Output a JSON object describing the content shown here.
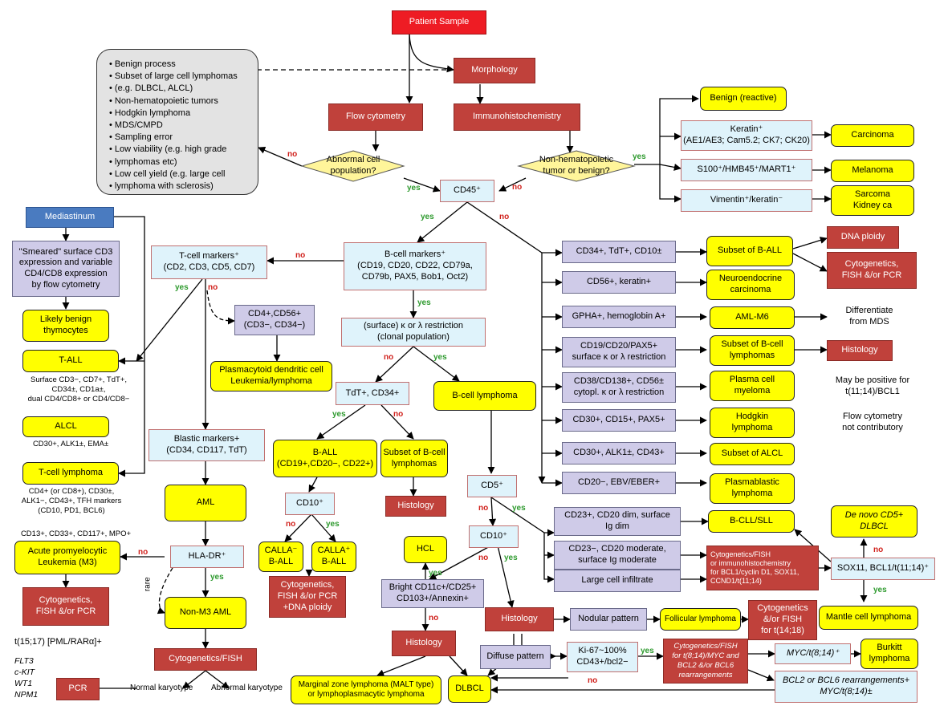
{
  "nodes": {
    "patient_sample": "Patient Sample",
    "morphology": "Morphology",
    "flow_cytometry": "Flow cytometry",
    "immunohistochemistry": "Immunohistochemistry",
    "abnormal_cell_population": "Abnormal cell\npopulation?",
    "non_hematopoietic_question": "Non-hematopoietic\ntumor or benign?",
    "cd45": "CD45⁺",
    "benign_reactive": "Benign (reactive)",
    "keratin": "Keratin⁺\n(AE1/AE3; Cam5.2; CK7; CK20)",
    "carcinoma": "Carcinoma",
    "s100": "S100⁺/HMB45⁺/MART1⁺",
    "melanoma": "Melanoma",
    "vimentin": "Vimentin⁺/keratin⁻",
    "sarcoma": "Sarcoma\nKidney ca",
    "mediastinum": "Mediastinum",
    "smeared_cd3": "\"Smeared\" surface CD3\nexpression and variable\nCD4/CD8 expression\nby flow cytometry",
    "likely_benign": "Likely benign\nthymocytes",
    "t_all": "T-ALL",
    "alcl": "ALCL",
    "t_cell_lymphoma": "T-cell lymphoma",
    "t_cell_markers": "T-cell markers⁺\n(CD2, CD3, CD5, CD7)",
    "b_cell_markers": "B-cell markers⁺\n(CD19, CD20, CD22, CD79a,\nCD79b, PAX5, Bob1, Oct2)",
    "cd4_cd56": "CD4+,CD56+\n(CD3−, CD34−)",
    "plasmacytoid": "Plasmacytoid dendritic cell\nLeukemia/lymphoma",
    "kappa_lambda": "(surface) κ or λ restriction\n(clonal population)",
    "tdt_cd34": "TdT+, CD34+",
    "b_cell_lymphoma": "B-cell lymphoma",
    "blastic_markers": "Blastic markers+\n(CD34, CD117, TdT)",
    "b_all": "B-ALL\n(CD19+,CD20−, CD22+)",
    "subset_b_cell_lymphomas": "Subset of B-cell\nlymphomas",
    "histology_1": "Histology",
    "cd10_left": "CD10⁺",
    "calla_neg": "CALLA⁻\nB-ALL",
    "calla_pos": "CALLA⁺\nB-ALL",
    "cyto_fish_pcr_dna": "Cytogenetics,\nFISH &/or PCR\n+DNA ploidy",
    "aml": "AML",
    "hla_dr": "HLA-DR⁺",
    "non_m3_aml": "Non-M3 AML",
    "apl": "Acute promyelocytic\nLeukemia (M3)",
    "cyto_fish_pcr_left": "Cytogenetics,\nFISH &/or PCR",
    "cytogenetics_fish": "Cytogenetics/FISH",
    "pcr": "PCR",
    "cd5": "CD5⁺",
    "cd10_mid": "CD10⁺",
    "hcl": "HCL",
    "bright_cd11c": "Bright CD11c+/CD25+\nCD103+/Annexin+",
    "histology_mid": "Histology",
    "histology_marginal": "Histology",
    "marginal_zone": "Marginal zone lymphoma (MALT type)\nor lymphoplasmacytic lymphoma",
    "dlbcl": "DLBCL",
    "nodular_pattern": "Nodular pattern",
    "follicular_lymphoma": "Follicular lymphoma",
    "cyto_fish_t1418": "Cytogenetics\n&/or FISH\nfor t(14;18)",
    "diffuse_pattern": "Diffuse pattern",
    "ki67": "Ki-67~100%\nCD43+/bcl2−",
    "cyto_fish_t814": "Cytogenetics/FISH\nfor t(8;14)/MYC and\nBCL2 &/or BCL6\nrearrangements",
    "myc_t814": "MYC/t(8;14)⁺",
    "burkitt": "Burkitt\nlymphoma",
    "bcl2_bcl6": "BCL2 or BCL6 rearrangements+\nMYC/t(8;14)±",
    "cd34_tdt_cd10": "CD34+, TdT+, CD10±",
    "subset_b_all": "Subset of B-ALL",
    "dna_ploidy": "DNA ploidy",
    "cyto_fish_pcr_right": "Cytogenetics,\nFISH &/or PCR",
    "cd56_keratin": "CD56+, keratin+",
    "neuroendocrine": "Neuroendocrine\ncarcinoma",
    "gpha": "GPHA+, hemoglobin A+",
    "aml_m6": "AML-M6",
    "cd19_cd20": "CD19/CD20/PAX5+\nsurface κ or λ restriction",
    "subset_b_cell_lymphomas_right": "Subset of B-cell\nlymphomas",
    "histology_right": "Histology",
    "cd38_cd138": "CD38/CD138+, CD56±\ncytopl. κ or λ restriction",
    "plasma_cell_myeloma": "Plasma cell\nmyeloma",
    "cd30_cd15": "CD30+, CD15+, PAX5+",
    "hodgkin": "Hodgkin\nlymphoma",
    "cd30_alk": "CD30+, ALK1±, CD43+",
    "subset_alcl": "Subset of ALCL",
    "cd20_ebv": "CD20−, EBV/EBER+",
    "plasmablastic": "Plasmablastic\nlymphoma",
    "cd23_dim": "CD23+, CD20 dim, surface\nIg dim",
    "b_cll_sll": "B-CLL/SLL",
    "cd23_neg": "CD23−, CD20 moderate,\nsurface Ig moderate",
    "cyto_fish_bcl1": "Cytogenetics/FISH\nor immunohistochemistry\nfor BCL1/cyclin D1, SOX11,\nCCND1/t(11;14)",
    "large_cell_infiltrate": "Large cell infiltrate",
    "sox11": "SOX11, BCL1/t(11;14)⁺",
    "de_novo_cd5": "De novo CD5+\nDLBCL",
    "mantle_cell": "Mantle cell lymphoma"
  },
  "benign_list": [
    "Benign process",
    "Subset of large cell lymphomas",
    "(e.g. DLBCL, ALCL)",
    "Non-hematopoietic tumors",
    "Hodgkin lymphoma",
    "MDS/CMPD",
    "Sampling error",
    "Low viability (e.g. high grade",
    "lymphomas etc)",
    "Low cell yield (e.g. large cell",
    "lymphoma with sclerosis)"
  ],
  "notes": {
    "t_all_note": "Surface CD3−, CD7+, TdT+,\nCD34±, CD1a±,\ndual CD4/CD8+ or CD4/CD8−",
    "alcl_note": "CD30+, ALK1±, EMA±",
    "t_cell_lymphoma_note": "CD4+ (or CD8+), CD30±,\nALK1−, CD43+, TFH markers\n(CD10, PD1, BCL6)",
    "apl_markers": "CD13+, CD33+, CD117+, MPO+",
    "t1517": "t(15;17) [PML/RARα]+",
    "genes": "FLT3\nc-KIT\nWT1\nNPM1",
    "normal_karyotype": "Normal karyotype",
    "abnormal_karyotype": "Abnormal karyotype",
    "differentiate_mds": "Differentiate\nfrom MDS",
    "may_be_positive": "May be positive for\nt(11;14)/BCL1",
    "flow_not_contributory": "Flow cytometry\nnot contributory",
    "rare": "rare"
  },
  "edge_labels": {
    "yes": "yes",
    "no": "no"
  },
  "colors": {
    "red_box": "#c0413b",
    "bright_red": "#ee1c24",
    "yellow": "#ffff00",
    "cyan": "#dff3fb",
    "lavender": "#cfcbe8",
    "blue": "#4a7bc0",
    "grey": "#e3e3e3",
    "no_label": "#d0201b",
    "yes_label": "#2e9a2e"
  }
}
